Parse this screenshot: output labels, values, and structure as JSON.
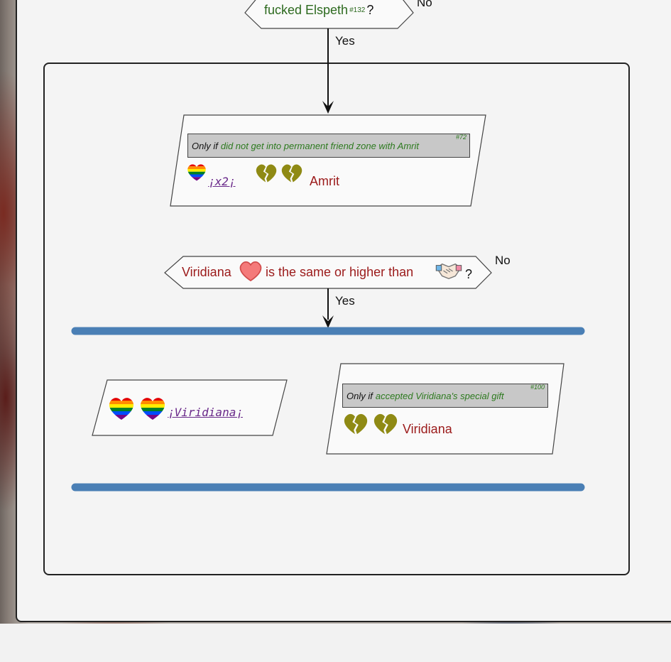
{
  "decision_top": {
    "text": "fucked Elspeth",
    "ref": "#132",
    "suffix": "?",
    "yes_label": "Yes",
    "no_label": "No"
  },
  "node_amrit": {
    "condition_keyword": "Only if",
    "condition_text": "did not get into permanent friend zone with Amrit",
    "condition_ref": "#72",
    "multiplier": "¡x2¡",
    "character": "Amrit",
    "icons": [
      "rainbow-heart-icon",
      "broken-heart-icon",
      "broken-heart-icon"
    ]
  },
  "decision_viridiana": {
    "character": "Viridiana",
    "text": "is the same or higher than",
    "suffix": "?",
    "yes_label": "Yes",
    "no_label": "No",
    "icons": [
      "heart-icon",
      "handshake-icon"
    ]
  },
  "node_viridiana_love": {
    "link": "¡Viridiana¡",
    "icons": [
      "rainbow-heart-icon",
      "rainbow-heart-icon"
    ]
  },
  "node_viridiana_gift": {
    "condition_keyword": "Only if",
    "condition_text": "accepted Viridiana's special gift",
    "condition_ref": "#100",
    "character": "Viridiana",
    "icons": [
      "broken-heart-icon",
      "broken-heart-icon"
    ]
  },
  "colors": {
    "parallel_bar": "#4a7fb5",
    "broken_heart": "#8f8a14",
    "red_heart": "#f06b6b",
    "character_text": "#9b1a1a",
    "condition_text": "#2d7a1f"
  }
}
